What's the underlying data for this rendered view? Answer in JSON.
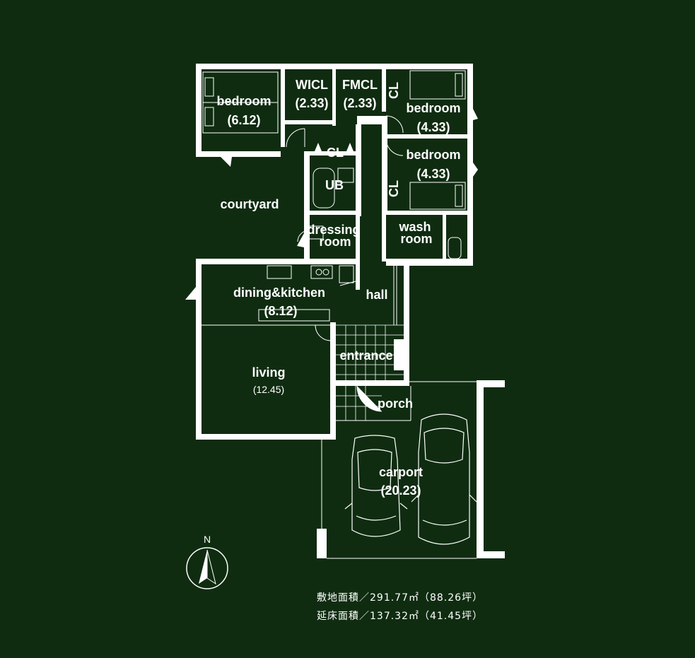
{
  "rooms": {
    "bedroom_main": {
      "name": "bedroom",
      "size": "(6.12)"
    },
    "wicl": {
      "name": "WICL",
      "size": "(2.33)"
    },
    "fmcl": {
      "name": "FMCL",
      "size": "(2.33)"
    },
    "bedroom_ne": {
      "name": "bedroom",
      "size": "(4.33)"
    },
    "bedroom_e": {
      "name": "bedroom",
      "size": "(4.33)"
    },
    "cl_top": "CL",
    "cl_center": "CL",
    "cl_right": "CL",
    "ub": "UB",
    "courtyard": "courtyard",
    "dressing_line1": "dressing",
    "dressing_line2": "room",
    "wash_line1": "wash",
    "wash_line2": "room",
    "dining": {
      "name": "dining&kitchen",
      "size": "(8.12)"
    },
    "hall": "hall",
    "entrance": "entrance",
    "living": {
      "name": "living",
      "size": "(12.45)"
    },
    "porch": "porch",
    "carport": {
      "name": "carport",
      "size": "(20.23)"
    }
  },
  "compass": {
    "label": "N"
  },
  "areas": {
    "site": "敷地面積／291.77㎡（88.26坪）",
    "floor": "延床面積／137.32㎡（41.45坪）"
  },
  "colors": {
    "background": "#0f2c10",
    "lines": "#ffffff"
  }
}
